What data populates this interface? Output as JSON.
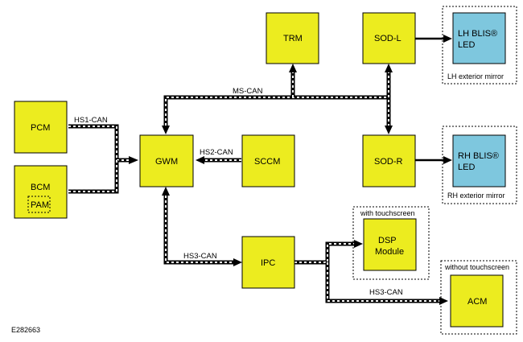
{
  "colors": {
    "module_fill": "#ecec1f",
    "led_fill": "#7ec7de",
    "stroke": "#000000",
    "bus_dash": "#ffffff",
    "background": "#ffffff"
  },
  "modules": {
    "pcm": "PCM",
    "bcm": "BCM",
    "pam": "PAM",
    "gwm": "GWM",
    "sccm": "SCCM",
    "trm": "TRM",
    "sod_l": "SOD-L",
    "sod_r": "SOD-R",
    "ipc": "IPC",
    "dsp_line1": "DSP",
    "dsp_line2": "Module",
    "acm": "ACM",
    "lh_led_line1": "LH BLIS®",
    "lh_led_line2": "LED",
    "rh_led_line1": "RH BLIS®",
    "rh_led_line2": "LED"
  },
  "groups": {
    "lh_mirror": "LH exterior mirror",
    "rh_mirror": "RH exterior mirror",
    "with_touchscreen": "with touchscreen",
    "without_touchscreen": "without touchscreen"
  },
  "buses": {
    "hs1": "HS1-CAN",
    "hs2": "HS2-CAN",
    "ms": "MS-CAN",
    "hs3_lower": "HS3-CAN",
    "hs3_right": "HS3-CAN"
  },
  "figure_ref": "E282663"
}
